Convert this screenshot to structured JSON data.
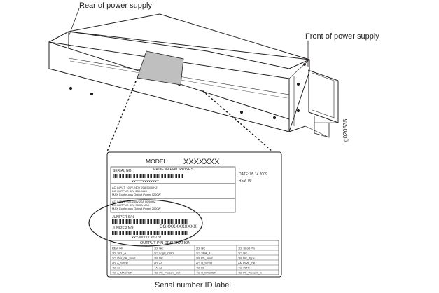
{
  "callouts": {
    "rear": "Rear of power supply",
    "front": "Front of power supply"
  },
  "figure_id": "g020535",
  "caption": "Serial number ID label",
  "label": {
    "model_key": "MODEL",
    "model_value": "XXXXXXX",
    "made_in": "MADE IN PHILIPPINES",
    "serial_key": "SERIAL NO.",
    "serial_value": "XXXXXXXXXXXXX",
    "date": "DATE: 05.14.2009",
    "rev": "REV: 09",
    "spec_block_1": [
      "AC INPUT: 100V-240V 20A 50/60HZ",
      "DC OUTPUT: 52V 23A MAX",
      "MAX Continuous Output Power 1200W"
    ],
    "spec_block_2": [
      "AC INPUT: 200-240V 20A 50/60HZ",
      "DC OUTPUT: 52V 38.5A MAX",
      "MAX Continuous Output Power 2000W"
    ],
    "juniper_sn_key": "JUNIPER S/N:",
    "juniper_sn_value": "BGXXXXXXXXXX",
    "juniper_no_key": "JUNIPER NO:",
    "part_line": "XXX-XXXXX REV 04",
    "output_pin_header": "OUTPUT PIN DESIGNATION",
    "pin_rows": [
      [
        "REV: 04",
        "1D: NC",
        "2D: NC",
        "1D: Short Pin"
      ],
      [
        "3D: SCL_A",
        "2C: Logic_GND",
        "2C: SDA_B",
        "3C: NC"
      ],
      [
        "3C: Pwr_OK_Input",
        "2B: NC",
        "2B: PS_Input",
        "3B: NC_Type"
      ],
      [
        "4D: A_SPER",
        "4D: A1",
        "4C: B_SPER",
        "4A: PWR_OK"
      ],
      [
        "4B: A0",
        "4A: A2",
        "4B: B1",
        "4C: INTR"
      ],
      [
        "4D: A_MASTER",
        "4D: PS_Present_Out",
        "4C: B_MASTER",
        "4B: PS_Present_In"
      ]
    ]
  }
}
